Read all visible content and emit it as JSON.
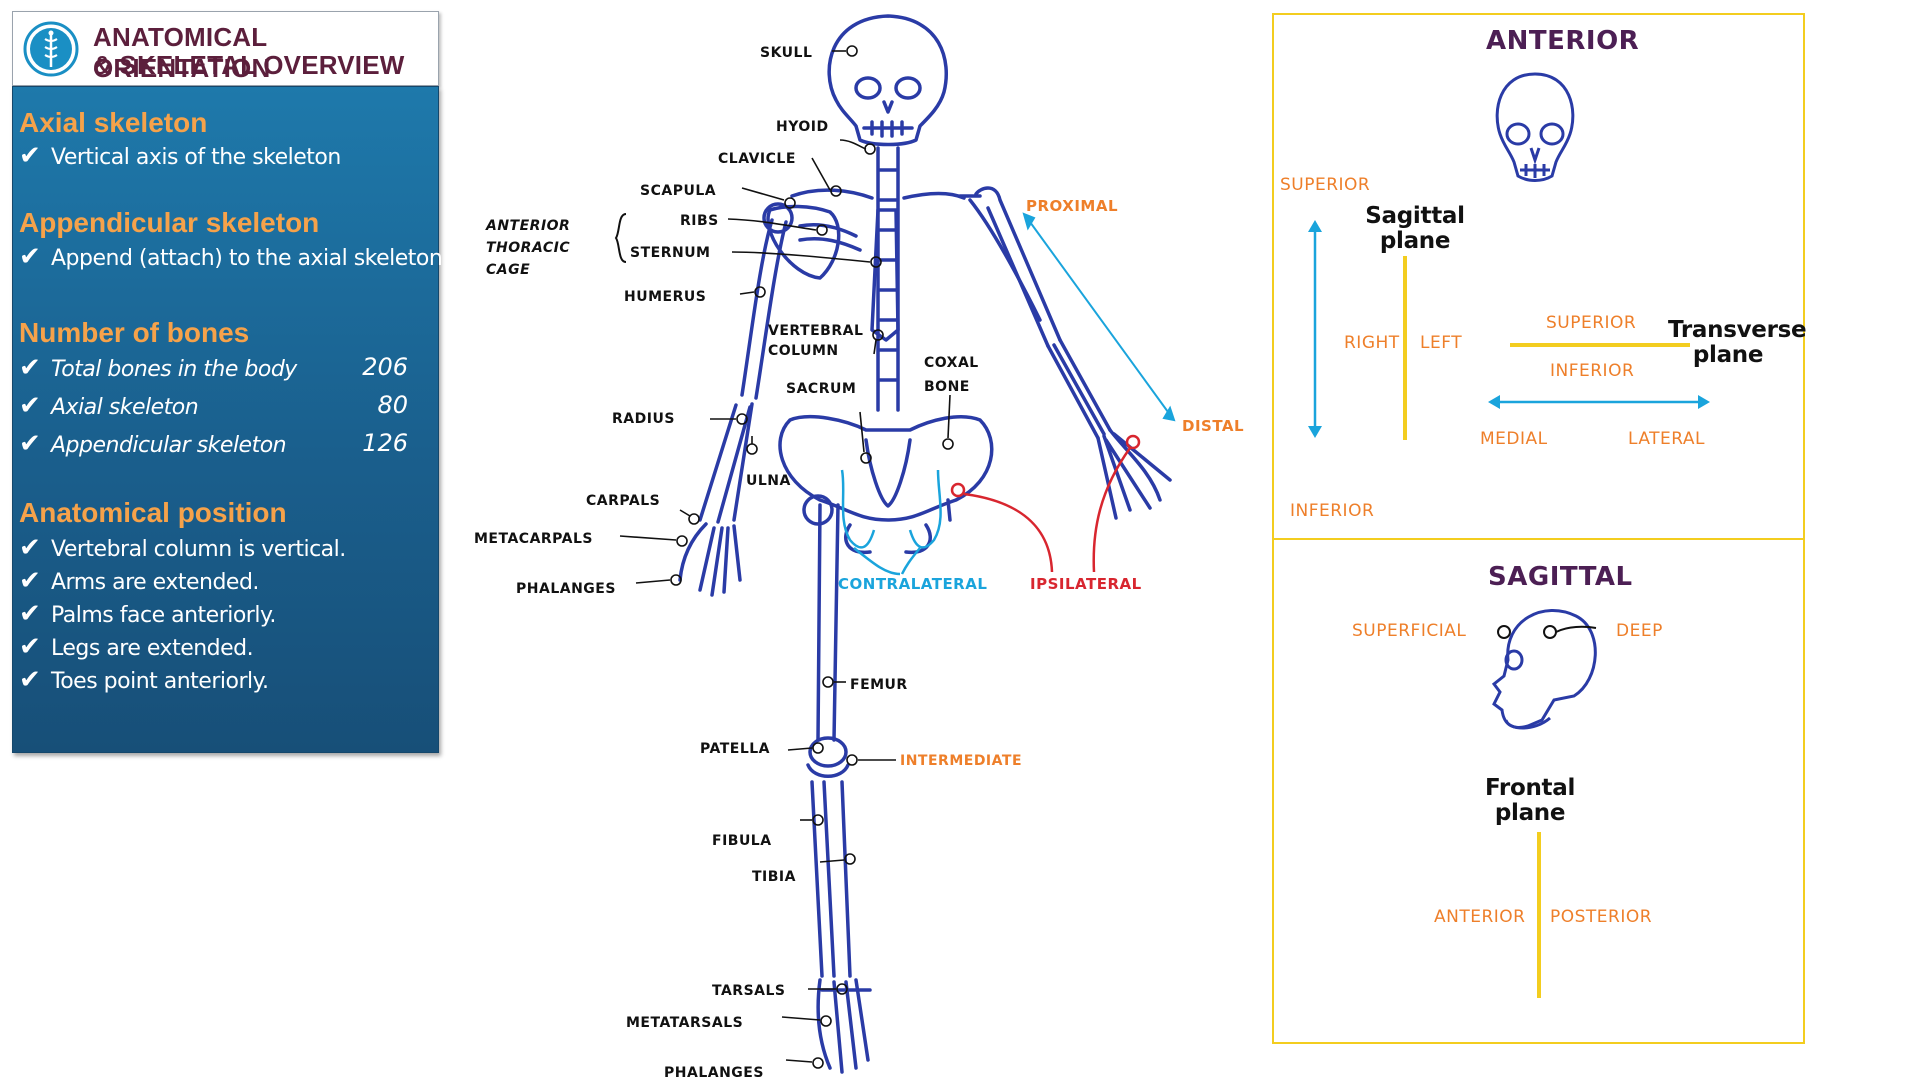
{
  "title": {
    "line1": "ANATOMICAL ORIENTATION",
    "line2": "& SKELETAL OVERVIEW",
    "logo_icon": "caduceus-icon"
  },
  "panel": {
    "axial": {
      "heading": "Axial skeleton",
      "items": [
        "Vertical axis of the skeleton"
      ]
    },
    "appendicular": {
      "heading": "Appendicular skeleton",
      "items": [
        "Append (attach) to the axial skeleton"
      ]
    },
    "bones": {
      "heading": "Number of bones",
      "rows": [
        {
          "label": "Total bones in the body",
          "count": "206"
        },
        {
          "label": "Axial skeleton",
          "count": "80"
        },
        {
          "label": "Appendicular skeleton",
          "count": "126"
        }
      ]
    },
    "position": {
      "heading": "Anatomical position",
      "items": [
        "Vertebral column is vertical.",
        "Arms are extended.",
        "Palms face anteriorly.",
        "Legs are extended.",
        "Toes point anteriorly."
      ]
    },
    "check_icon": "checkmark-icon"
  },
  "skeleton": {
    "labels": {
      "skull": "Skull",
      "hyoid": "Hyoid",
      "clavicle": "Clavicle",
      "scapula": "Scapula",
      "ribs": "Ribs",
      "sternum": "Sternum",
      "cage_line1": "Anterior",
      "cage_line2": "thoracic",
      "cage_line3": "cage",
      "humerus": "Humerus",
      "vertebral_line1": "Vertebral",
      "vertebral_line2": "column",
      "coxal_line1": "Coxal",
      "coxal_line2": "bone",
      "sacrum": "Sacrum",
      "radius": "Radius",
      "ulna": "Ulna",
      "carpals": "Carpals",
      "metacarpals": "Metacarpals",
      "phalanges_hand": "Phalanges",
      "femur": "Femur",
      "patella": "Patella",
      "intermediate": "Intermediate",
      "fibula": "Fibula",
      "tibia": "Tibia",
      "tarsals": "Tarsals",
      "metatarsals": "Metatarsals",
      "phalanges_foot": "Phalanges",
      "contralateral": "Contralateral",
      "ipsilateral": "Ipsilateral",
      "proximal": "Proximal",
      "distal": "Distal"
    },
    "colors": {
      "bone": "#2a3ba6",
      "orange": "#ee7f2a",
      "blue": "#1aa4dc",
      "red": "#d8262f",
      "yellow": "#f3cd1f"
    }
  },
  "anterior_box": {
    "title": "ANTERIOR",
    "superior_left": "Superior",
    "inferior_left": "Inferior",
    "sagittal_line1": "Sagittal",
    "sagittal_line2": "plane",
    "right": "Right",
    "left": "Left",
    "superior_mid": "Superior",
    "inferior_mid": "Inferior",
    "transverse_line1": "Transverse",
    "transverse_line2": "plane",
    "medial": "Medial",
    "lateral": "Lateral"
  },
  "sagittal_box": {
    "title": "SAGITTAL",
    "superficial": "Superficial",
    "deep": "Deep",
    "frontal_line1": "Frontal",
    "frontal_line2": "plane",
    "anterior": "Anterior",
    "posterior": "Posterior"
  }
}
